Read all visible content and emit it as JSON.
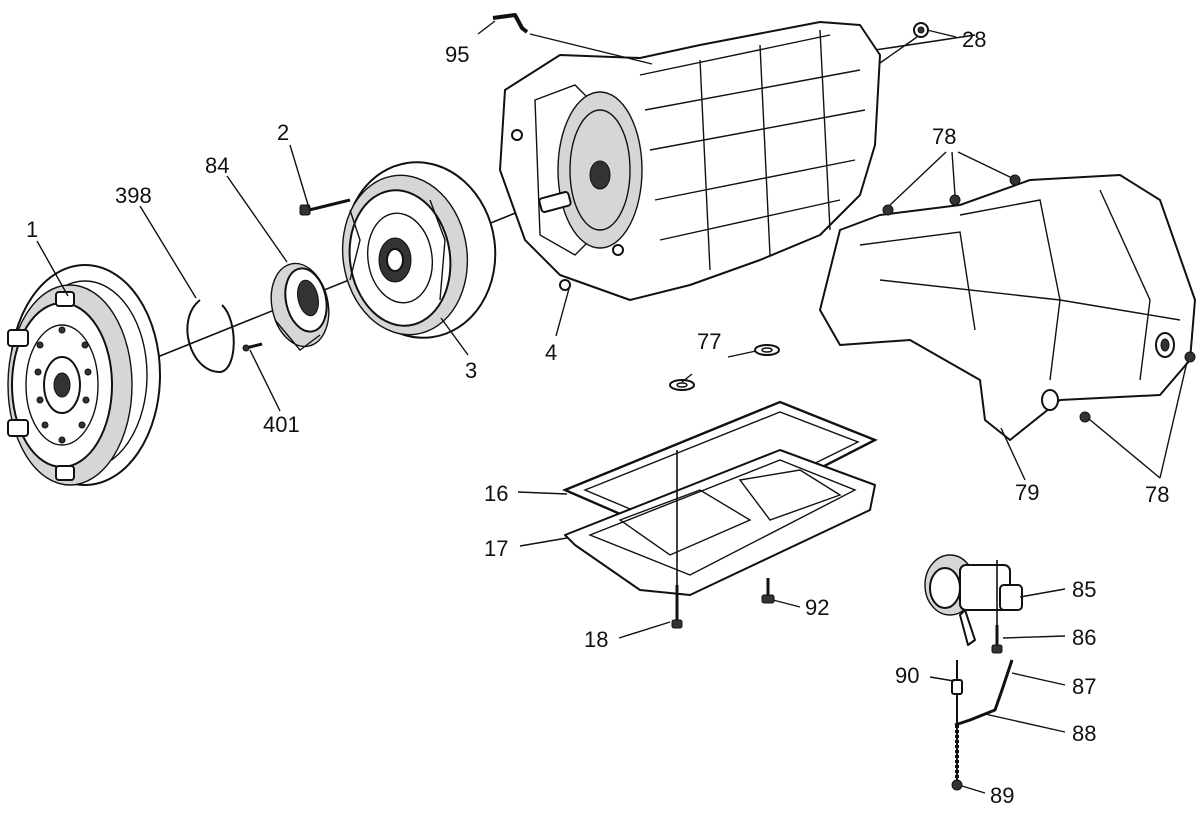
{
  "callouts": {
    "c1": "1",
    "c398": "398",
    "c84": "84",
    "c2": "2",
    "c401": "401",
    "c3": "3",
    "c4": "4",
    "c95": "95",
    "c28": "28",
    "c78_top": "78",
    "c79": "79",
    "c78_bottom": "78",
    "c77": "77",
    "c16": "16",
    "c17": "17",
    "c18": "18",
    "c92": "92",
    "c85": "85",
    "c86": "86",
    "c90": "90",
    "c87": "87",
    "c88": "88",
    "c89": "89"
  }
}
